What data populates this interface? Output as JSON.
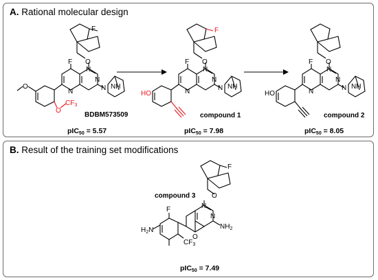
{
  "panel_a": {
    "letter": "A.",
    "title": "Rational molecular design",
    "molecules": [
      {
        "name": "BDBM573509",
        "pic_prefix": "pIC",
        "pic_sub": "50",
        "pic_value": " = 5.57"
      },
      {
        "name": "compound 1",
        "pic_prefix": "pIC",
        "pic_sub": "50",
        "pic_value": " = 7.98"
      },
      {
        "name": "compound 2",
        "pic_prefix": "pIC",
        "pic_sub": "50",
        "pic_value": " = 8.05"
      }
    ]
  },
  "panel_b": {
    "letter": "B.",
    "title": "Result of the training set modifications",
    "molecule": {
      "name": "compound 3",
      "pic_prefix": "pIC",
      "pic_sub": "50",
      "pic_value": " = 7.49"
    }
  },
  "atoms": {
    "N": "N",
    "F": "F",
    "O": "O",
    "H": "H",
    "HO": "HO",
    "NH": "NH",
    "NH2": "NH",
    "H2N": "H",
    "CF3": "CF",
    "sub2": "2",
    "sub3": "3"
  },
  "colors": {
    "highlight": "#e8141b",
    "bond": "#000000",
    "frame": "#6b6b6b"
  }
}
